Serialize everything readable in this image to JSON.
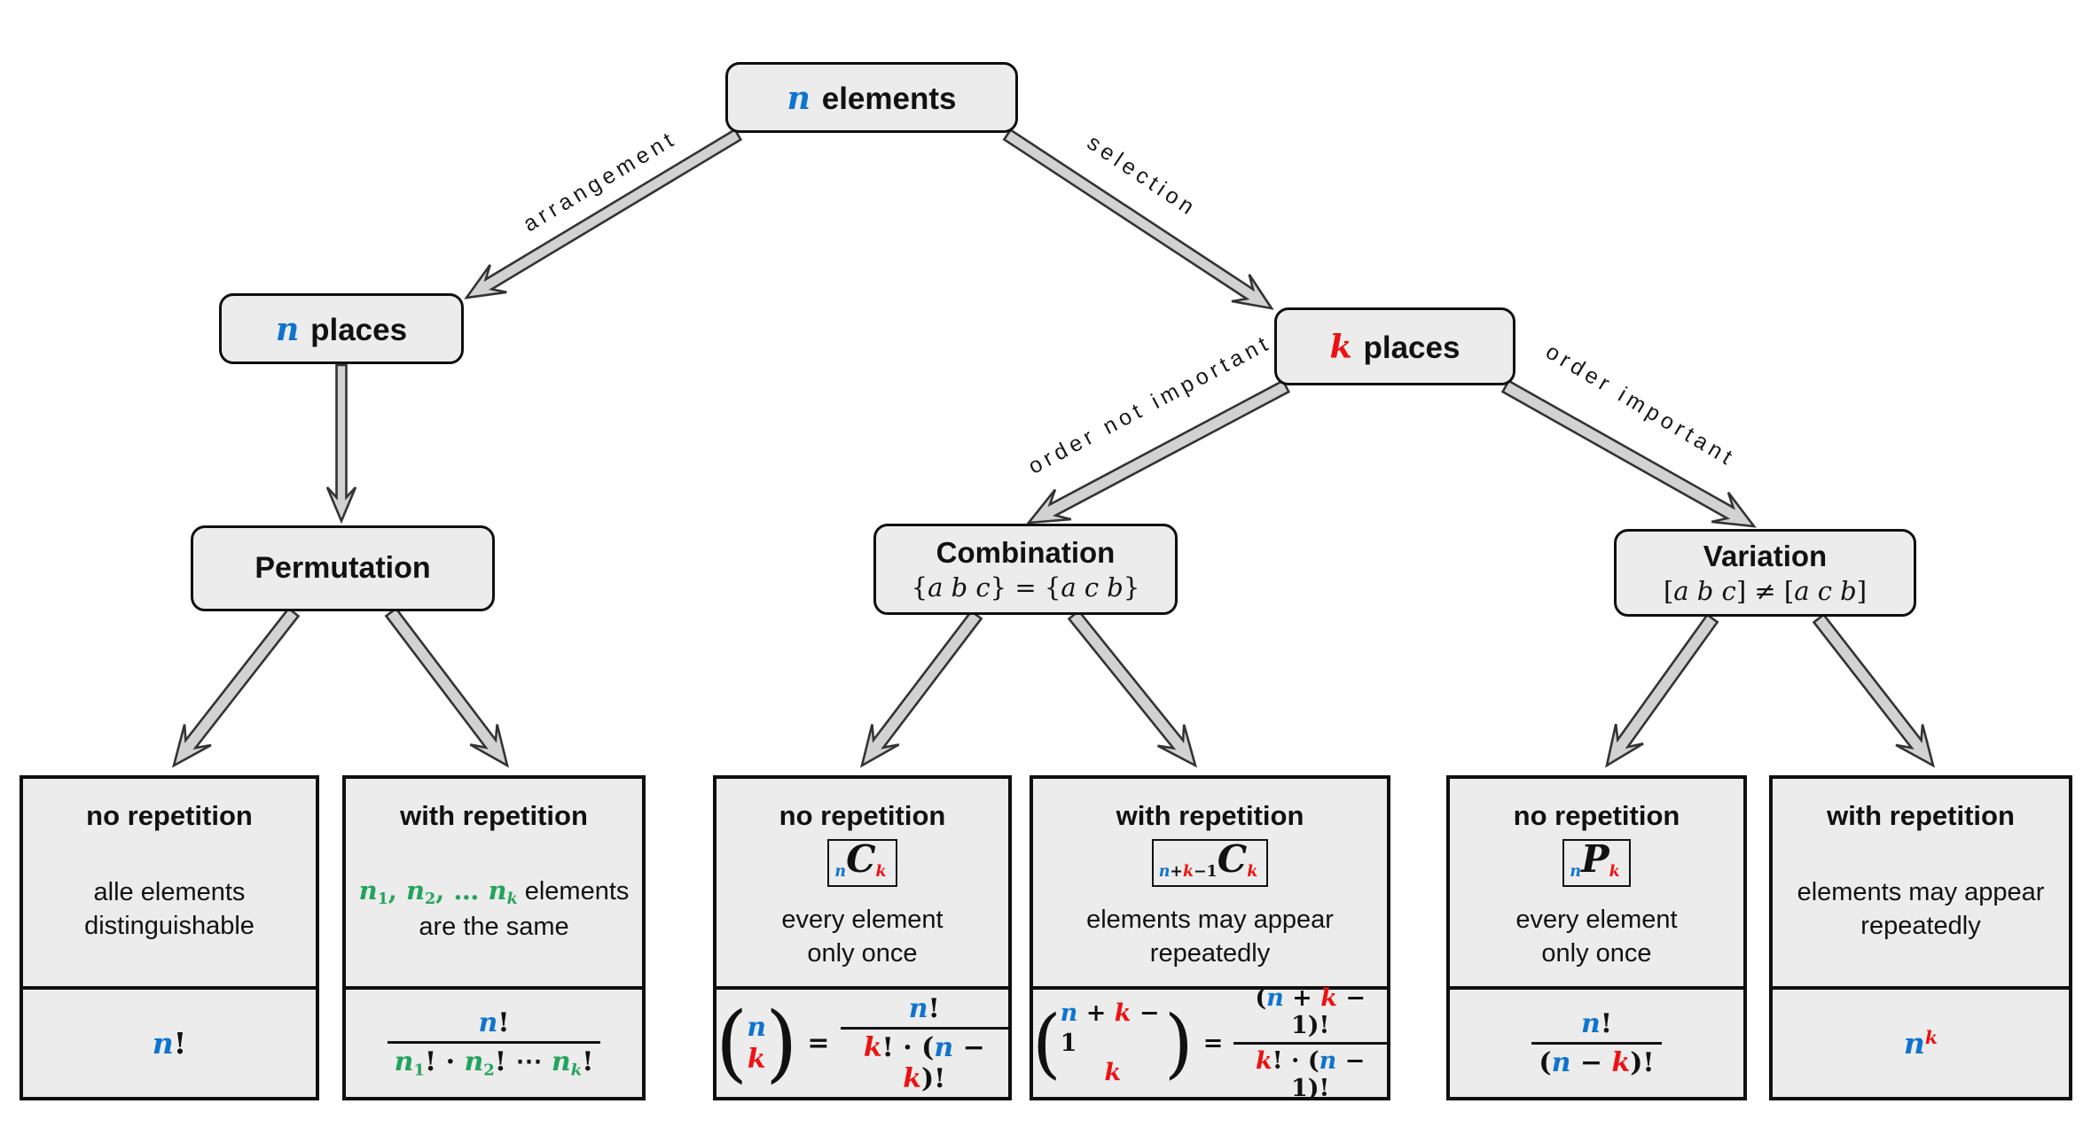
{
  "colors": {
    "blue": "#0d74cf",
    "red": "#ee1111",
    "green": "#23a35c",
    "text": "#111111",
    "box_bg": "#ececec",
    "box_border": "#0f0f0f",
    "arrow_fill": "#d2d2d2",
    "arrow_outline": "#333333"
  },
  "symbols": {
    "eq": "=",
    "lp": "(",
    "rp": ")"
  },
  "arrow_labels": {
    "arrangement": "arrangement",
    "selection": "selection",
    "order_not_important": "order not important",
    "order_important": "order important"
  },
  "nodes": {
    "elements": {
      "math": [
        {
          "t": "n",
          "c": "blue",
          "s": "bi"
        },
        {
          "t": " elements",
          "s": "title"
        }
      ]
    },
    "n_places": {
      "math": [
        {
          "t": "n",
          "c": "blue",
          "s": "bi"
        },
        {
          "t": " places",
          "s": "title"
        }
      ]
    },
    "k_places": {
      "math": [
        {
          "t": "k",
          "c": "red",
          "s": "bi"
        },
        {
          "t": " places",
          "s": "title"
        }
      ]
    },
    "permutation": {
      "title": "Permutation"
    },
    "combination": {
      "title": "Combination",
      "sub": [
        {
          "t": "{",
          "s": "up"
        },
        {
          "t": "a b c",
          "s": "it"
        },
        {
          "t": "} = {",
          "s": "up"
        },
        {
          "t": "a c b",
          "s": "it"
        },
        {
          "t": "}",
          "s": "up"
        }
      ]
    },
    "variation": {
      "title": "Variation",
      "sub": [
        {
          "t": "[",
          "s": "up"
        },
        {
          "t": "a b c",
          "s": "it"
        },
        {
          "t": "] ≠ [",
          "s": "up"
        },
        {
          "t": "a c b",
          "s": "it"
        },
        {
          "t": "]",
          "s": "up"
        }
      ]
    }
  },
  "cards": [
    {
      "id": "permutation-no-repetition",
      "title": "no repetition",
      "desc": [
        [
          {
            "t": "alle elements",
            "s": "txt"
          }
        ],
        [
          {
            "t": "distinguishable",
            "s": "txt"
          }
        ]
      ],
      "formula": [
        {
          "t": "n",
          "c": "blue",
          "s": "bi"
        },
        {
          "t": "!",
          "s": "b"
        }
      ]
    },
    {
      "id": "permutation-with-repetition",
      "title": "with repetition",
      "desc": [
        [
          {
            "t": "n",
            "c": "green",
            "s": "bi"
          },
          {
            "t": "1",
            "c": "green",
            "s": "sub"
          },
          {
            "t": ", ",
            "c": "green",
            "s": "b"
          },
          {
            "t": "n",
            "c": "green",
            "s": "bi"
          },
          {
            "t": "2",
            "c": "green",
            "s": "sub"
          },
          {
            "t": ", … ",
            "c": "green",
            "s": "b"
          },
          {
            "t": "n",
            "c": "green",
            "s": "bi"
          },
          {
            "t": "k",
            "c": "green",
            "s": "subi"
          },
          {
            "t": " elements",
            "s": "txt"
          }
        ],
        [
          {
            "t": "are the same",
            "s": "txt"
          }
        ]
      ],
      "formula_num": [
        {
          "t": "n",
          "c": "blue",
          "s": "bi"
        },
        {
          "t": "!",
          "s": "b"
        }
      ],
      "formula_den": [
        {
          "t": "n",
          "c": "green",
          "s": "bi"
        },
        {
          "t": "1",
          "c": "green",
          "s": "sub"
        },
        {
          "t": "! · ",
          "s": "b"
        },
        {
          "t": "n",
          "c": "green",
          "s": "bi"
        },
        {
          "t": "2",
          "c": "green",
          "s": "sub"
        },
        {
          "t": "! ⋯ ",
          "s": "b"
        },
        {
          "t": "n",
          "c": "green",
          "s": "bi"
        },
        {
          "t": "k",
          "c": "green",
          "s": "subi"
        },
        {
          "t": "!",
          "s": "b"
        }
      ]
    },
    {
      "id": "combination-no-repetition",
      "title": "no repetition",
      "badge": [
        {
          "t": "n",
          "c": "blue",
          "s": "subi"
        },
        {
          "t": "C",
          "s": "bC"
        },
        {
          "t": "k",
          "c": "red",
          "s": "subi"
        }
      ],
      "desc": [
        [
          {
            "t": "every element",
            "s": "txt"
          }
        ],
        [
          {
            "t": "only once",
            "s": "txt"
          }
        ]
      ],
      "binom_top": [
        {
          "t": "n",
          "c": "blue",
          "s": "bi"
        }
      ],
      "binom_bot": [
        {
          "t": "k",
          "c": "red",
          "s": "bi"
        }
      ],
      "frac_num": [
        {
          "t": "n",
          "c": "blue",
          "s": "bi"
        },
        {
          "t": "!",
          "s": "b"
        }
      ],
      "frac_den": [
        {
          "t": "k",
          "c": "red",
          "s": "bi"
        },
        {
          "t": "! · (",
          "s": "b"
        },
        {
          "t": "n",
          "c": "blue",
          "s": "bi"
        },
        {
          "t": " − ",
          "s": "b"
        },
        {
          "t": "k",
          "c": "red",
          "s": "bi"
        },
        {
          "t": ")!",
          "s": "b"
        }
      ]
    },
    {
      "id": "combination-with-repetition",
      "title": "with repetition",
      "badge": [
        {
          "t": "n",
          "c": "blue",
          "s": "subi"
        },
        {
          "t": "+",
          "s": "subb"
        },
        {
          "t": "k",
          "c": "red",
          "s": "subi"
        },
        {
          "t": "−",
          "s": "subb"
        },
        {
          "t": "1",
          "s": "subb"
        },
        {
          "t": "C",
          "s": "bC"
        },
        {
          "t": "k",
          "c": "red",
          "s": "subi"
        }
      ],
      "desc": [
        [
          {
            "t": "elements may appear",
            "s": "txt"
          }
        ],
        [
          {
            "t": "repeatedly",
            "s": "txt"
          }
        ]
      ],
      "binom_top": [
        {
          "t": "n",
          "c": "blue",
          "s": "bi"
        },
        {
          "t": " + ",
          "s": "b"
        },
        {
          "t": "k",
          "c": "red",
          "s": "bi"
        },
        {
          "t": " − ",
          "s": "b"
        },
        {
          "t": "1",
          "s": "b"
        }
      ],
      "binom_bot": [
        {
          "t": "k",
          "c": "red",
          "s": "bi"
        }
      ],
      "frac_num": [
        {
          "t": "(",
          "s": "b"
        },
        {
          "t": "n",
          "c": "blue",
          "s": "bi"
        },
        {
          "t": " + ",
          "s": "b"
        },
        {
          "t": "k",
          "c": "red",
          "s": "bi"
        },
        {
          "t": " − ",
          "s": "b"
        },
        {
          "t": "1",
          "s": "b"
        },
        {
          "t": ")!",
          "s": "b"
        }
      ],
      "frac_den": [
        {
          "t": "k",
          "c": "red",
          "s": "bi"
        },
        {
          "t": "! · (",
          "s": "b"
        },
        {
          "t": "n",
          "c": "blue",
          "s": "bi"
        },
        {
          "t": " − ",
          "s": "b"
        },
        {
          "t": "1",
          "s": "b"
        },
        {
          "t": ")!",
          "s": "b"
        }
      ]
    },
    {
      "id": "variation-no-repetition",
      "title": "no repetition",
      "badge": [
        {
          "t": "n",
          "c": "blue",
          "s": "subi"
        },
        {
          "t": "P",
          "s": "bC"
        },
        {
          "t": "k",
          "c": "red",
          "s": "subi"
        }
      ],
      "desc": [
        [
          {
            "t": "every element",
            "s": "txt"
          }
        ],
        [
          {
            "t": "only once",
            "s": "txt"
          }
        ]
      ],
      "frac_num": [
        {
          "t": "n",
          "c": "blue",
          "s": "bi"
        },
        {
          "t": "!",
          "s": "b"
        }
      ],
      "frac_den": [
        {
          "t": "(",
          "s": "b"
        },
        {
          "t": "n",
          "c": "blue",
          "s": "bi"
        },
        {
          "t": " − ",
          "s": "b"
        },
        {
          "t": "k",
          "c": "red",
          "s": "bi"
        },
        {
          "t": ")!",
          "s": "b"
        }
      ]
    },
    {
      "id": "variation-with-repetition",
      "title": "with repetition",
      "desc": [
        [
          {
            "t": "elements may appear",
            "s": "txt"
          }
        ],
        [
          {
            "t": "repeatedly",
            "s": "txt"
          }
        ]
      ],
      "formula": [
        {
          "t": "n",
          "c": "blue",
          "s": "bi"
        },
        {
          "t": "k",
          "c": "red",
          "s": "supi"
        }
      ]
    }
  ]
}
